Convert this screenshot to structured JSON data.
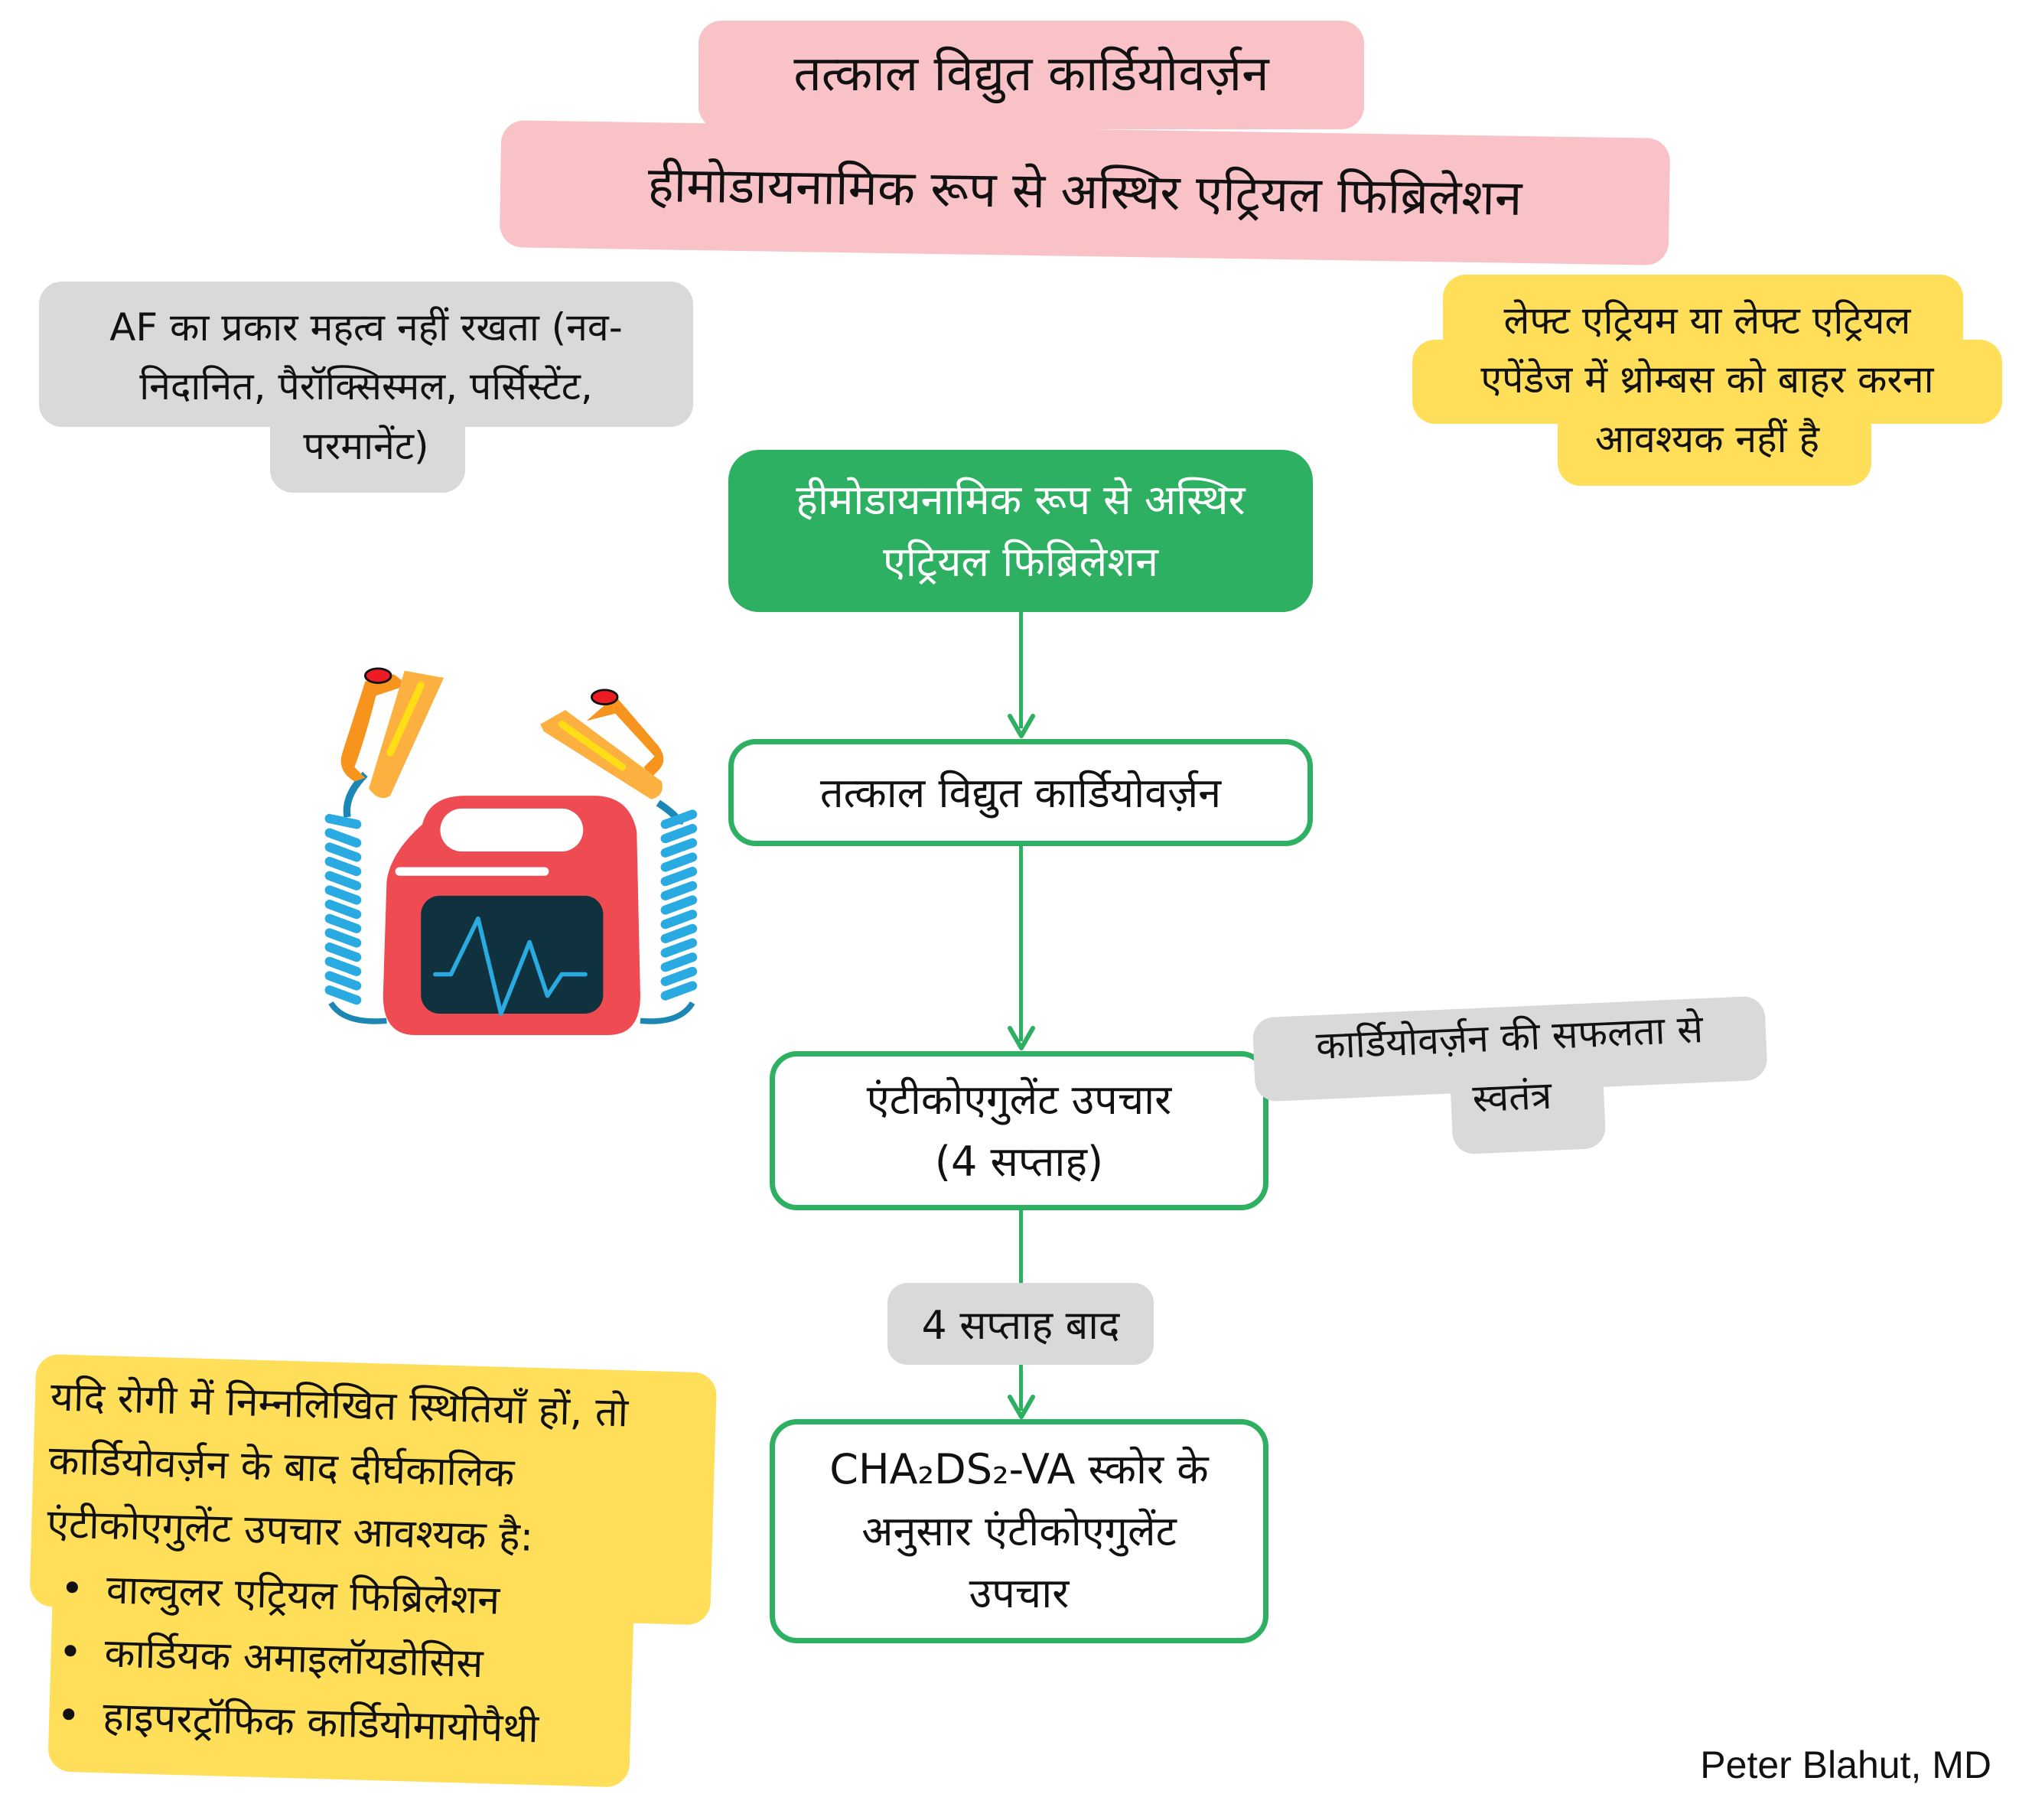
{
  "titles": {
    "line1": "तत्काल विद्युत कार्डियोवर्ज़न",
    "line2": "हीमोडायनामिक रूप से अस्थिर एट्रियल फिब्रिलेशन"
  },
  "callouts": {
    "af_type": {
      "lines": [
        "AF का प्रकार महत्व नहीं रखता (नव-",
        "निदानित, पैरॉक्सिस्मल, पर्सिस्टेंट,",
        "परमानेंट)"
      ]
    },
    "la_thrombus": {
      "lines": [
        "लेफ्ट एट्रियम या लेफ्ट एट्रियल",
        "एपेंडेज में थ्रोम्बस को बाहर करना",
        "आवश्यक नहीं है"
      ]
    },
    "independent": {
      "lines": [
        "कार्डियोवर्ज़न की सफलता से",
        "स्वतंत्र"
      ]
    },
    "long_term": {
      "intro_lines": [
        "यदि रोगी में निम्नलिखित स्थितियाँ हों, तो",
        "कार्डियोवर्ज़न के बाद दीर्घकालिक",
        "एंटीकोएगुलेंट उपचार आवश्यक है:"
      ],
      "bullet_glyph": "•",
      "items": [
        "वाल्वुलर एट्रियल फिब्रिलेशन",
        "कार्डियक अमाइलॉयडोसिस",
        "हाइपरट्रॉफिक कार्डियोमायोपैथी"
      ]
    }
  },
  "flow": {
    "start": {
      "lines": [
        "हीमोडायनामिक रूप से अस्थिर",
        "एट्रियल फिब्रिलेशन"
      ]
    },
    "cardioversion": {
      "lines": [
        "तत्काल विद्युत कार्डियोवर्ज़न"
      ]
    },
    "anticoag_4w": {
      "lines": [
        "एंटीकोएगुलेंट उपचार",
        "(4 सप्ताह)"
      ]
    },
    "after_label": "4 सप्ताह बाद",
    "score": {
      "lines": [
        "CHA₂DS₂-VA स्कोर के",
        "अनुसार एंटीकोएगुलेंट",
        "उपचार"
      ]
    }
  },
  "illustration": {
    "name": "defibrillator-icon"
  },
  "author": "Peter Blahut, MD",
  "colors": {
    "title_pink": "#f9c2c6",
    "note_gray": "#d9d9d9",
    "note_yellow": "#ffde59",
    "flow_green": "#2eb062",
    "defib_red": "#ef4b52",
    "defib_screen": "#10323f",
    "cable_blue": "#29abe2",
    "paddle_orange": "#f7941d",
    "paddle_light": "#fbb040"
  }
}
